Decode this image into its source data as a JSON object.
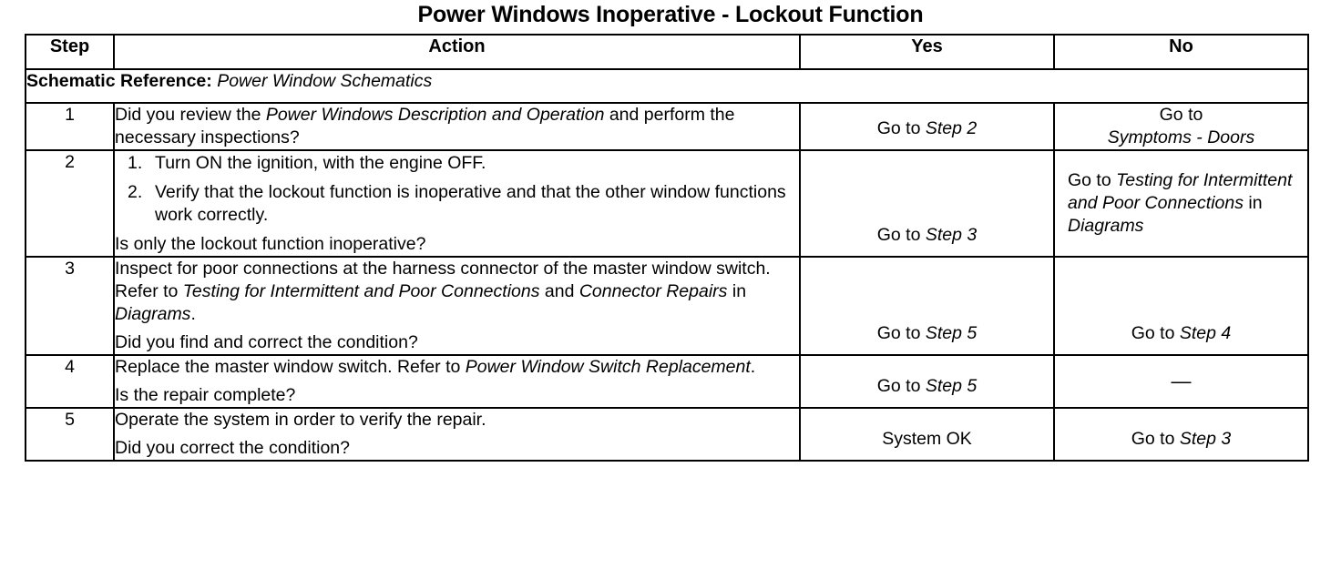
{
  "title": "Power Windows Inoperative - Lockout Function",
  "table": {
    "headers": {
      "step": "Step",
      "action": "Action",
      "yes": "Yes",
      "no": "No"
    },
    "schematic_reference": {
      "label": "Schematic Reference:",
      "value": "Power Window Schematics"
    },
    "rows": [
      {
        "step": "1",
        "action": [
          {
            "type": "paragraph",
            "segments": [
              {
                "text": "Did you review the ",
                "style": "normal"
              },
              {
                "text": "Power Windows Description and Operation",
                "style": "italic"
              },
              {
                "text": " and perform the necessary inspections?",
                "style": "normal"
              }
            ]
          }
        ],
        "yes": {
          "align": "bottom",
          "segments": [
            {
              "text": "Go to ",
              "style": "normal"
            },
            {
              "text": "Step 2",
              "style": "italic"
            }
          ]
        },
        "no": {
          "align": "middle",
          "segments": [
            {
              "text": "Go to",
              "style": "normal"
            },
            {
              "text": "\n",
              "style": "break"
            },
            {
              "text": "Symptoms - Doors",
              "style": "italic"
            }
          ]
        }
      },
      {
        "step": "2",
        "action": [
          {
            "type": "numbered-list",
            "items": [
              {
                "marker": "1.",
                "segments": [
                  {
                    "text": "Turn ON the ignition, with the engine OFF.",
                    "style": "normal"
                  }
                ]
              },
              {
                "marker": "2.",
                "segments": [
                  {
                    "text": "Verify that the lockout function is inoperative and that the other window functions work correctly.",
                    "style": "normal"
                  }
                ]
              }
            ]
          },
          {
            "type": "paragraph",
            "segments": [
              {
                "text": "Is only the lockout function inoperative?",
                "style": "normal"
              }
            ]
          }
        ],
        "yes": {
          "align": "bottom",
          "segments": [
            {
              "text": "Go to ",
              "style": "normal"
            },
            {
              "text": "Step 3",
              "style": "italic"
            }
          ]
        },
        "no": {
          "align": "leftwrap",
          "segments": [
            {
              "text": "Go to ",
              "style": "normal"
            },
            {
              "text": "Testing for Intermittent and Poor Connections",
              "style": "italic"
            },
            {
              "text": " in ",
              "style": "normal"
            },
            {
              "text": "Diagrams",
              "style": "italic"
            }
          ]
        }
      },
      {
        "step": "3",
        "action": [
          {
            "type": "paragraph",
            "spaced": true,
            "segments": [
              {
                "text": "Inspect for poor connections at the harness connector of the master window switch. Refer to ",
                "style": "normal"
              },
              {
                "text": "Testing for Intermittent and Poor Connections",
                "style": "italic"
              },
              {
                "text": " and ",
                "style": "normal"
              },
              {
                "text": "Connector Repairs",
                "style": "italic"
              },
              {
                "text": " in ",
                "style": "normal"
              },
              {
                "text": "Diagrams",
                "style": "italic"
              },
              {
                "text": ".",
                "style": "normal"
              }
            ]
          },
          {
            "type": "paragraph",
            "segments": [
              {
                "text": "Did you find and correct the condition?",
                "style": "normal"
              }
            ]
          }
        ],
        "yes": {
          "align": "bottom",
          "segments": [
            {
              "text": "Go to ",
              "style": "normal"
            },
            {
              "text": "Step 5",
              "style": "italic"
            }
          ]
        },
        "no": {
          "align": "bottom",
          "segments": [
            {
              "text": "Go to ",
              "style": "normal"
            },
            {
              "text": "Step 4",
              "style": "italic"
            }
          ]
        }
      },
      {
        "step": "4",
        "action": [
          {
            "type": "paragraph",
            "spaced": true,
            "segments": [
              {
                "text": "Replace the master window switch. Refer to ",
                "style": "normal"
              },
              {
                "text": "Power Window Switch Replacement",
                "style": "italic"
              },
              {
                "text": ".",
                "style": "normal"
              }
            ]
          },
          {
            "type": "paragraph",
            "segments": [
              {
                "text": "Is the repair complete?",
                "style": "normal"
              }
            ]
          }
        ],
        "yes": {
          "align": "bottom",
          "segments": [
            {
              "text": "Go to ",
              "style": "normal"
            },
            {
              "text": "Step 5",
              "style": "italic"
            }
          ]
        },
        "no": {
          "align": "middle",
          "segments": [
            {
              "text": "—",
              "style": "dash"
            }
          ]
        }
      },
      {
        "step": "5",
        "action": [
          {
            "type": "paragraph",
            "spaced": true,
            "segments": [
              {
                "text": "Operate the system in order to verify the repair.",
                "style": "normal"
              }
            ]
          },
          {
            "type": "paragraph",
            "segments": [
              {
                "text": "Did you correct the condition?",
                "style": "normal"
              }
            ]
          }
        ],
        "yes": {
          "align": "bottom",
          "segments": [
            {
              "text": "System OK",
              "style": "normal"
            }
          ]
        },
        "no": {
          "align": "bottom",
          "segments": [
            {
              "text": "Go to ",
              "style": "normal"
            },
            {
              "text": "Step 3",
              "style": "italic"
            }
          ]
        }
      }
    ]
  }
}
